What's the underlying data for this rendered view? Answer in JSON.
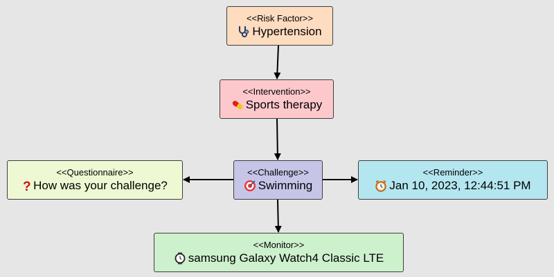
{
  "nodes": {
    "risk": {
      "stereotype": "<<Risk Factor>>",
      "label": "Hypertension",
      "fill": "#fddcc0",
      "icon": "stethoscope-icon"
    },
    "intervention": {
      "stereotype": "<<Intervention>>",
      "label": "Sports therapy",
      "fill": "#fcc8cc",
      "icon": "pill-icon"
    },
    "challenge": {
      "stereotype": "<<Challenge>>",
      "label": "Swimming",
      "fill": "#c6c5e8",
      "icon": "target-icon"
    },
    "questionnaire": {
      "stereotype": "<<Questionnaire>>",
      "label": "How was your challenge?",
      "fill": "#eef8d2",
      "icon": "question-icon"
    },
    "reminder": {
      "stereotype": "<<Reminder>>",
      "label": "Jan 10, 2023, 12:44:51 PM",
      "fill": "#b4e6f0",
      "icon": "alarm-clock-icon"
    },
    "monitor": {
      "stereotype": "<<Monitor>>",
      "label": "samsung Galaxy Watch4 Classic LTE",
      "fill": "#cdf0cd",
      "icon": "watch-icon"
    }
  },
  "edges": [
    {
      "from": "risk",
      "to": "intervention"
    },
    {
      "from": "intervention",
      "to": "challenge"
    },
    {
      "from": "challenge",
      "to": "questionnaire"
    },
    {
      "from": "challenge",
      "to": "reminder"
    },
    {
      "from": "challenge",
      "to": "monitor"
    }
  ],
  "colors": {
    "background": "#e6e6e6",
    "border": "#3d3d3d",
    "arrow": "#000000"
  }
}
